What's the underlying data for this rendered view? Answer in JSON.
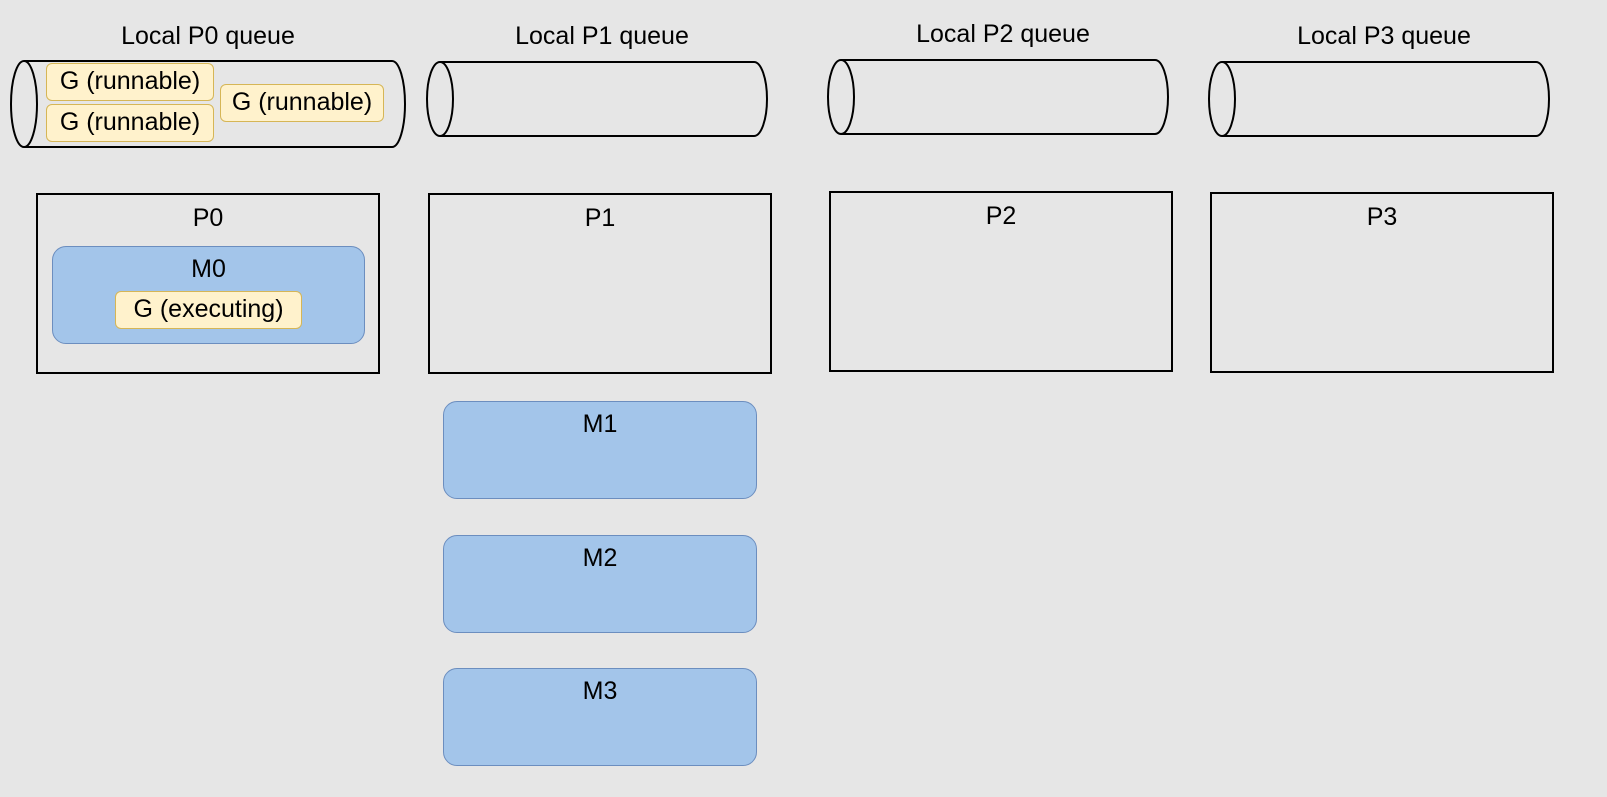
{
  "queues": [
    {
      "label": "Local P0 queue"
    },
    {
      "label": "Local P1 queue"
    },
    {
      "label": "Local P2 queue"
    },
    {
      "label": "Local P3 queue"
    }
  ],
  "queue_p0_items": [
    "G (runnable)",
    "G (runnable)",
    "G (runnable)"
  ],
  "processors": [
    {
      "label": "P0"
    },
    {
      "label": "P1"
    },
    {
      "label": "P2"
    },
    {
      "label": "P3"
    }
  ],
  "machines": [
    {
      "label": "M0",
      "goroutine": "G (executing)"
    },
    {
      "label": "M1"
    },
    {
      "label": "M2"
    },
    {
      "label": "M3"
    }
  ],
  "colors": {
    "background": "#e6e6e6",
    "machine_fill": "#a3c5ea",
    "machine_stroke": "#6c8ebf",
    "goroutine_fill": "#fff2cc",
    "goroutine_stroke": "#d6b656"
  }
}
